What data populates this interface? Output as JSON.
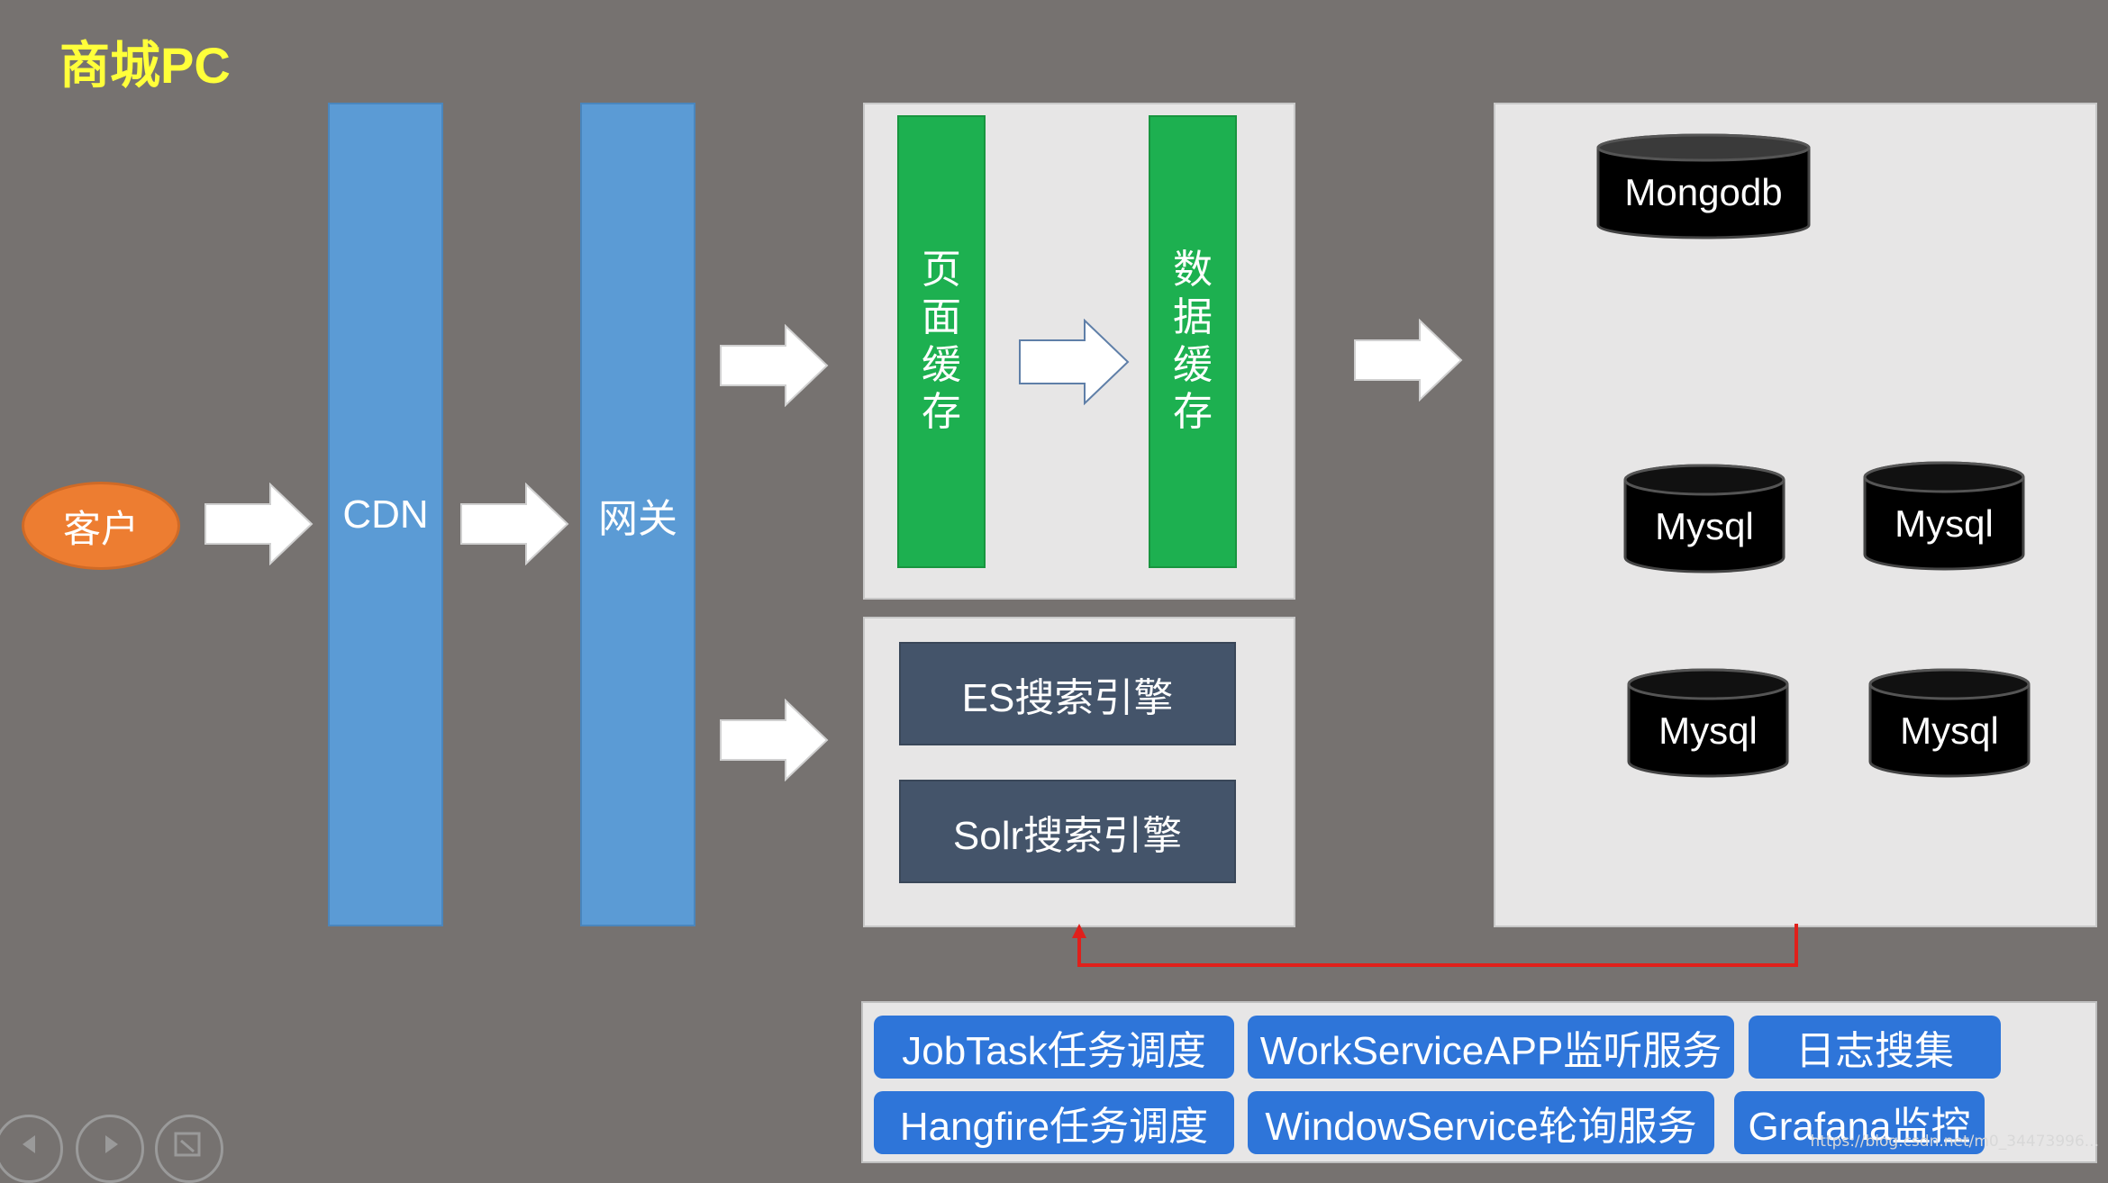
{
  "title": "商城PC",
  "client": "客户",
  "cdn": "CDN",
  "gateway": "网关",
  "page_cache": [
    "页",
    "面",
    "缓",
    "存"
  ],
  "data_cache": [
    "数",
    "据",
    "缓",
    "存"
  ],
  "search_engines": [
    "ES搜索引擎",
    "Solr搜索引擎"
  ],
  "databases": {
    "mongodb": "Mongodb",
    "mysql": [
      "Mysql",
      "Mysql",
      "Mysql",
      "Mysql"
    ]
  },
  "services": [
    "JobTask任务调度",
    "WorkServiceAPP监听服务",
    "日志搜集",
    "Hangfire任务调度",
    "WindowService轮询服务",
    "Grafana监控"
  ],
  "watermark": "https://blog.csdn.net/m0_34473996...",
  "colors": {
    "background": "#767270",
    "title": "#ffff3a",
    "client": "#ed7d31",
    "vertical_bar": "#5b9bd5",
    "cache_bar": "#1db050",
    "search_box": "#44546a",
    "panel": "#e7e6e6",
    "service_button": "#2e75d9",
    "connector": "#e0201b",
    "database": "#000000"
  }
}
